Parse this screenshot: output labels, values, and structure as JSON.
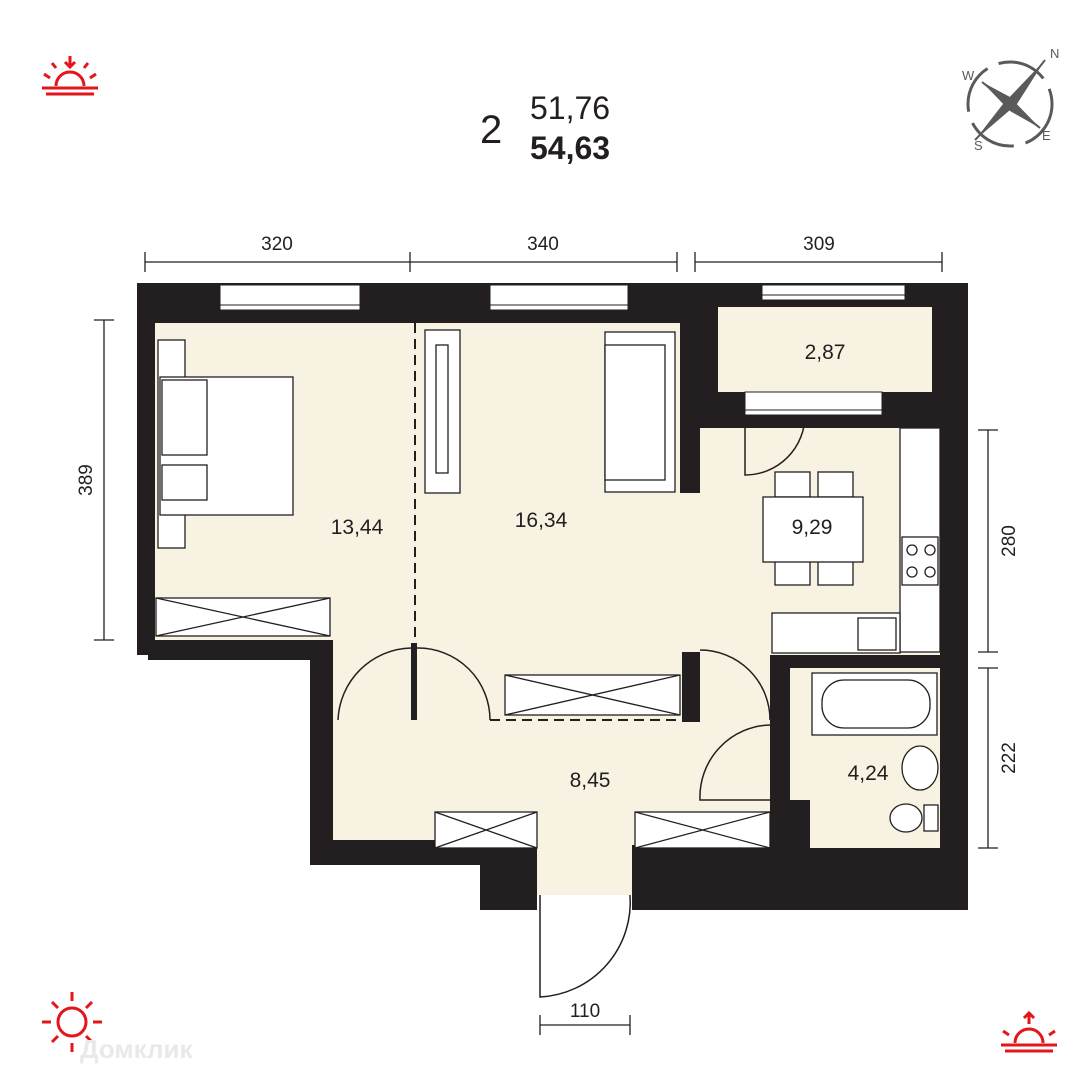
{
  "header": {
    "rooms": "2",
    "living_area": "51,76",
    "total_area": "54,63"
  },
  "rooms": [
    {
      "id": "bedroom",
      "area": "13,44"
    },
    {
      "id": "living",
      "area": "16,34"
    },
    {
      "id": "balcony",
      "area": "2,87"
    },
    {
      "id": "kitchen",
      "area": "9,29"
    },
    {
      "id": "hallway",
      "area": "8,45"
    },
    {
      "id": "bathroom",
      "area": "4,24"
    }
  ],
  "dimensions": {
    "top_left": "320",
    "top_middle": "340",
    "top_right": "309",
    "left": "389",
    "right_upper": "280",
    "right_lower": "222",
    "bottom_door": "110"
  },
  "compass": {
    "n": "N",
    "e": "E",
    "s": "S",
    "w": "W"
  },
  "watermark": "Домклик",
  "colors": {
    "wall": "#231f20",
    "floor": "#f7f2e1",
    "sun": "#e3161b",
    "compass": "#5a5a5a"
  },
  "icons": [
    "sunrise-icon",
    "sun-icon",
    "sunrise-icon",
    "compass-icon"
  ]
}
